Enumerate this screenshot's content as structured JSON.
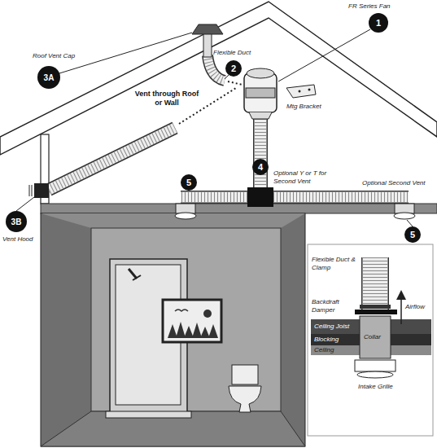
{
  "diagram": {
    "labels": [
      "FR Series Fan",
      "1",
      "Roof Vent Cap",
      "3A",
      "Flexible Duct",
      "2",
      "Vent through Roof or Wall",
      "Mtg Bracket",
      "4",
      "Optional Y or T for Second Vent",
      "5",
      "Optional Second Vent",
      "3B",
      "Vent Hood",
      "5",
      "Flexible Duct & Clamp",
      "Backdraft Damper",
      "Airflow",
      "Ceiling Joist",
      "Blocking",
      "Collar",
      "Ceiling",
      "Intake Grille"
    ]
  }
}
